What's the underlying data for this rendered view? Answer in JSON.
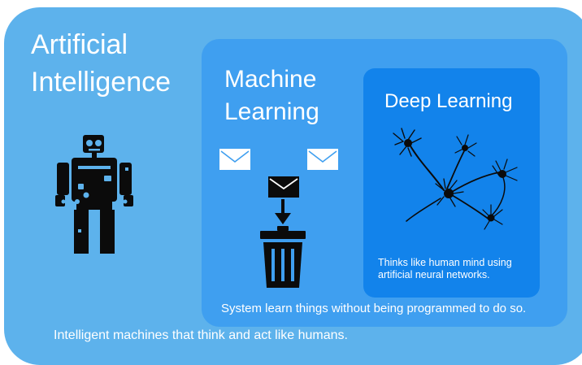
{
  "colors": {
    "ai_background": "#5db2ec",
    "ml_background": "#3f9ff0",
    "dl_background": "#1283eb",
    "text": "#ffffff",
    "icon_dark": "#0b0b0b"
  },
  "artificial_intelligence": {
    "title": "Artificial\nIntelligence",
    "caption": "Intelligent machines that think and act like humans.",
    "icon": "robot-icon"
  },
  "machine_learning": {
    "title": "Machine\nLearning",
    "caption": "System learn things without being programmed to do so.",
    "icons": [
      "envelope-icon",
      "envelope-icon",
      "envelope-icon",
      "arrow-down-icon",
      "trash-can-icon"
    ]
  },
  "deep_learning": {
    "title": "Deep Learning",
    "caption": "Thinks like human mind using artificial neural networks.",
    "icon": "neural-network-icon"
  }
}
